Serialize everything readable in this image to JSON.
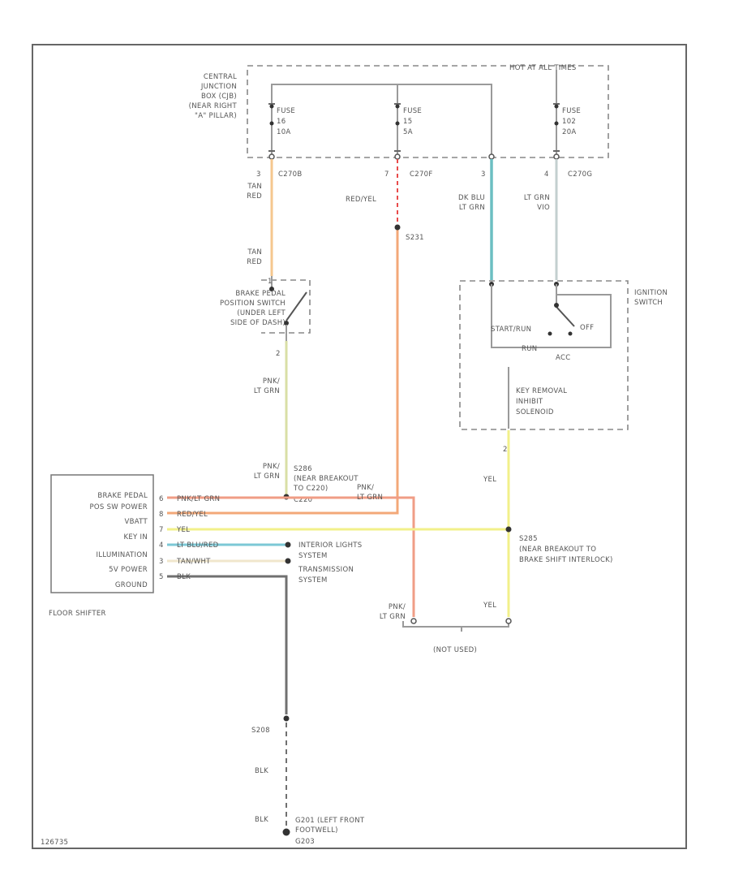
{
  "fuse_box": {
    "title": "HOT AT ALL TIMES",
    "location": [
      "CENTRAL",
      "JUNCTION",
      "BOX (CJB)",
      "(NEAR RIGHT",
      "\"A\" PILLAR)"
    ],
    "fuses": [
      {
        "label": "FUSE",
        "number": "16",
        "rating": "10A"
      },
      {
        "label": "FUSE",
        "number": "15",
        "rating": "5A"
      },
      {
        "label": "FUSE",
        "number": "102",
        "rating": "20A"
      }
    ]
  },
  "connectors": [
    {
      "pin": "3",
      "name": "C270B"
    },
    {
      "pin": "7",
      "name": "C270F"
    },
    {
      "pin": "3",
      "name": ""
    },
    {
      "pin": "4",
      "name": "C270G"
    }
  ],
  "wire_labels": {
    "tan_red_top": [
      "TAN",
      "RED"
    ],
    "red_yel": "RED/YEL",
    "dk_blu_lt_grn": [
      "DK BLU",
      "LT GRN"
    ],
    "lt_grn_vio": [
      "LT GRN",
      "VIO"
    ],
    "tan_red_low": [
      "TAN",
      "RED"
    ],
    "pnk_lt_grn_mid": [
      "PNK/",
      "LT GRN"
    ],
    "pnk_lt_grn_s": [
      "PNK/",
      "LT GRN"
    ],
    "pnk_lt_grn_right": [
      "PNK/",
      "LT GRN"
    ],
    "pnk_lt_grn_bottom": [
      "PNK/",
      "LT GRN"
    ],
    "yel_upper": "YEL",
    "yel_lower": "YEL",
    "blk_1": "BLK",
    "blk_2": "BLK"
  },
  "splices": {
    "s231": "S231",
    "s286": [
      "S286",
      "(NEAR BREAKOUT",
      "TO C220)"
    ],
    "s286_conn": "C220",
    "s285": [
      "S285",
      "(NEAR BREAKOUT TO",
      "BRAKE SHIFT INTERLOCK)"
    ],
    "s208": "S208"
  },
  "brake_switch": {
    "label": [
      "BRAKE PEDAL",
      "POSITION SWITCH",
      "(UNDER LEFT",
      "SIDE OF DASH)"
    ],
    "pin_top": "1",
    "pin_bottom": "2"
  },
  "ignition_switch": {
    "label": [
      "IGNITION",
      "SWITCH"
    ],
    "positions": {
      "start": "START/RUN",
      "run": "RUN",
      "off": "OFF",
      "acc": "ACC"
    }
  },
  "key_solenoid": {
    "label": [
      "KEY REMOVAL",
      "INHIBIT",
      "SOLENOID"
    ],
    "pin": "2"
  },
  "floor_shifter": {
    "name": "FLOOR SHIFTER",
    "pins": [
      {
        "label": "BRAKE PEDAL",
        "num": "",
        "wire": ""
      },
      {
        "label": "POS SW POWER",
        "num": "6",
        "wire": "PNK/LT GRN"
      },
      {
        "label": "VBATT",
        "num": "8",
        "wire": "RED/YEL"
      },
      {
        "label": "KEY IN",
        "num": "7",
        "wire": "YEL"
      },
      {
        "label": "ILLUMINATION",
        "num": "4",
        "wire": "LT BLU/RED"
      },
      {
        "label": "5V POWER",
        "num": "3",
        "wire": "TAN/WHT"
      },
      {
        "label": "GROUND",
        "num": "5",
        "wire": "BLK"
      }
    ]
  },
  "destinations": {
    "interior": [
      "INTERIOR LIGHTS",
      "SYSTEM"
    ],
    "transmission": [
      "TRANSMISSION",
      "SYSTEM"
    ]
  },
  "not_used": "(NOT USED)",
  "ground": [
    "G201 (LEFT FRONT",
    "FOOTWELL)",
    "G203"
  ],
  "figure_id": "126735",
  "colors": {
    "tan_red": "#f5c78e",
    "red_yel": "#f3a878",
    "red_yel_dash": "#e84b4b",
    "dk_blu_lt_grn": "#6cbfc2",
    "lt_grn_vio": "#c3cfcf",
    "pnk_lt_grn": "#d9dfa6",
    "pnk_lt_grn_stripe": "#f09d86",
    "yel": "#f2f08a",
    "lt_blu_red": "#7cc8d6",
    "tan_wht": "#f0e6cc",
    "blk": "#707070"
  }
}
